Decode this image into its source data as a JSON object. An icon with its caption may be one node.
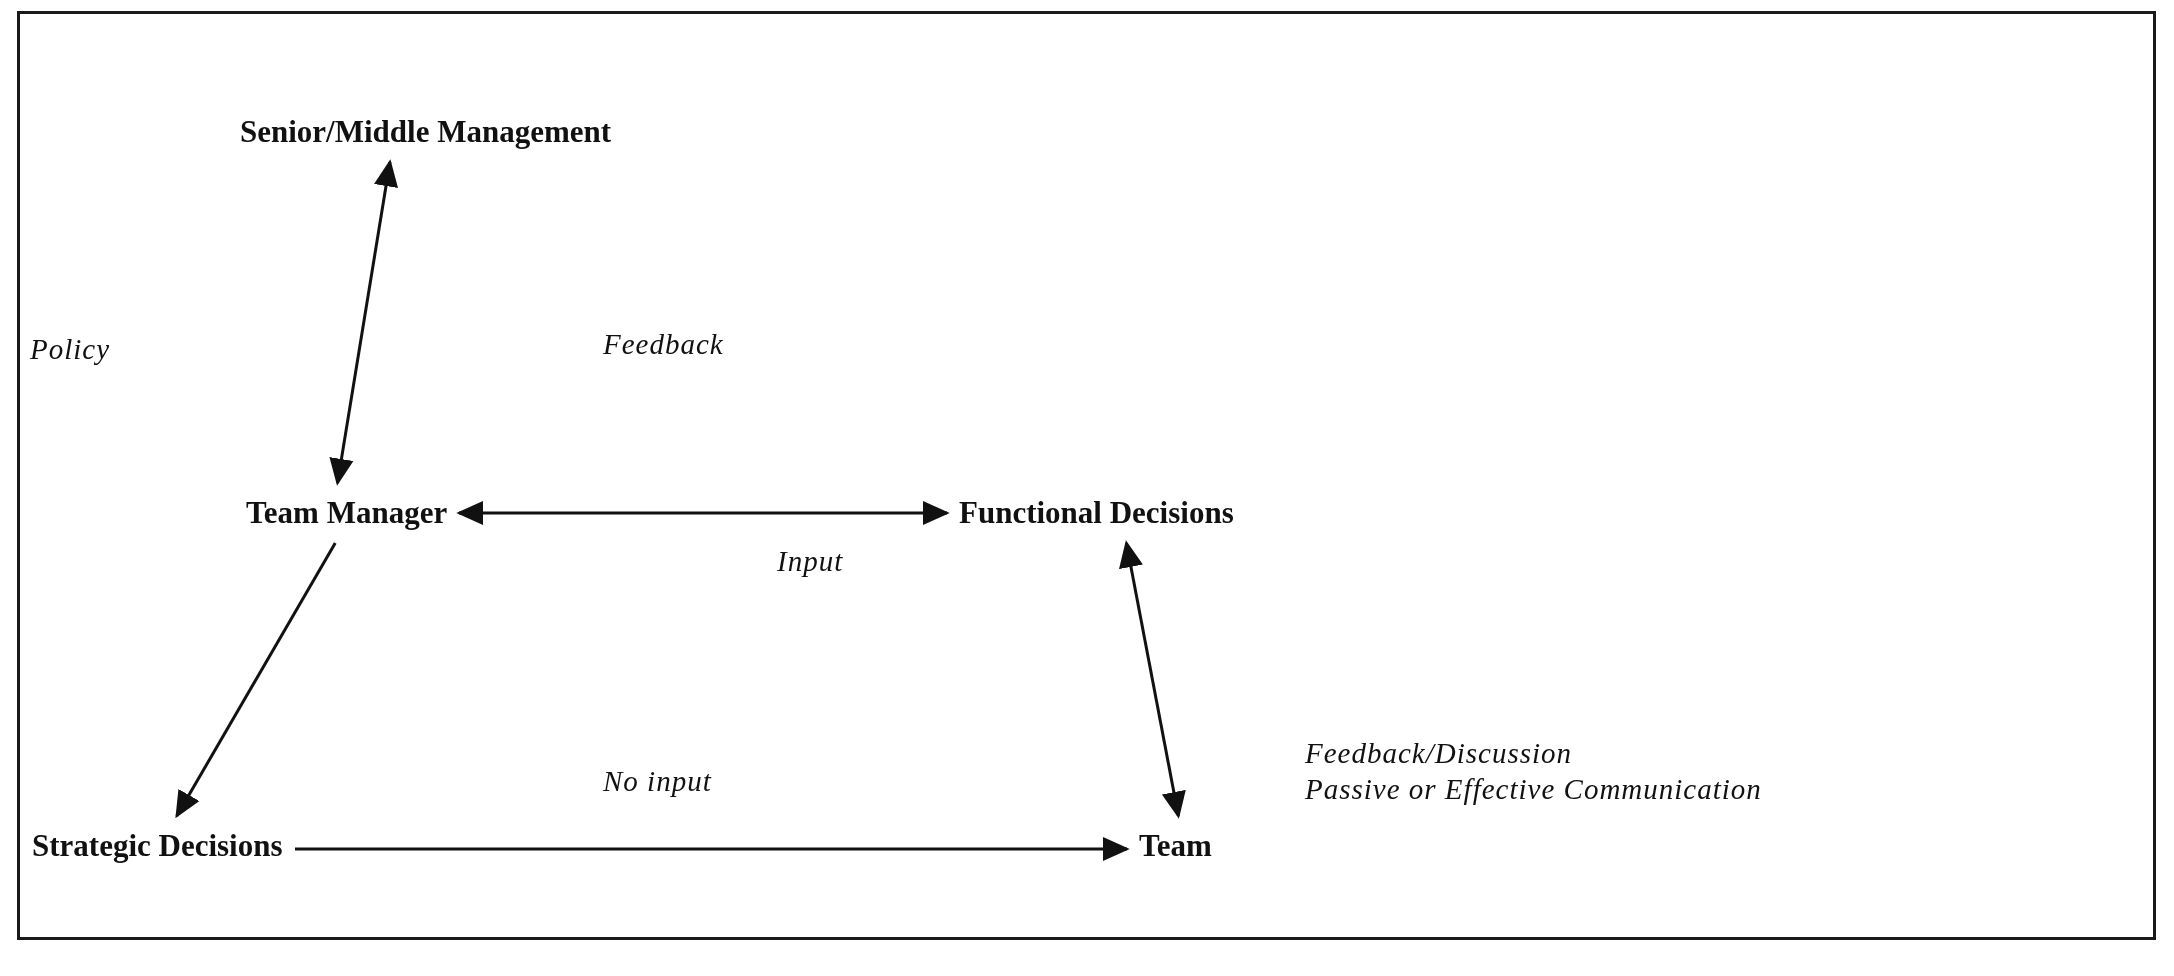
{
  "diagram": {
    "nodes": [
      {
        "text": [
          "Senior/Middle Management"
        ]
      },
      {
        "text": [
          "Team Manager"
        ]
      },
      {
        "text": [
          "Functional Decisions"
        ]
      },
      {
        "text": [
          "Strategic Decisions"
        ]
      },
      {
        "text": [
          "Team"
        ]
      }
    ],
    "edges": [
      {
        "from": 0,
        "to": 1,
        "arrow": "both"
      },
      {
        "from": 1,
        "to": 2,
        "arrow": "both",
        "label": "Input"
      },
      {
        "from": 1,
        "to": 3,
        "arrow": "to"
      },
      {
        "from": 2,
        "to": 4,
        "arrow": "both"
      },
      {
        "from": 3,
        "to": 4,
        "arrow": "to",
        "label": "No input"
      }
    ],
    "labels": [
      "Policy",
      "Feedback",
      "Feedback/Discussion",
      "Passive or Effective Communication"
    ]
  }
}
